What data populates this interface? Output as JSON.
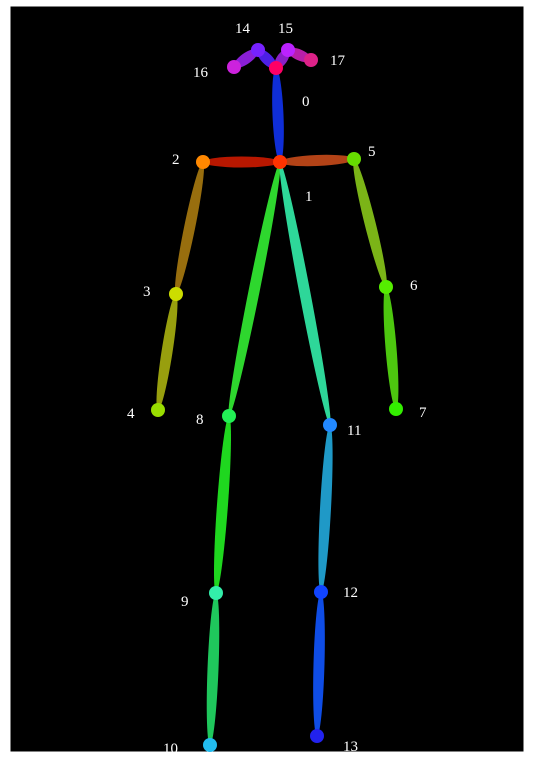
{
  "figure": {
    "type": "pose-skeleton",
    "background": "#000000",
    "frame_border": "#ffffff"
  },
  "keypoints": [
    {
      "id": "0",
      "color": "#ff0066"
    },
    {
      "id": "1",
      "color": "#ff3300"
    },
    {
      "id": "2",
      "color": "#ff8800"
    },
    {
      "id": "3",
      "color": "#ccdd00"
    },
    {
      "id": "4",
      "color": "#99dd00"
    },
    {
      "id": "5",
      "color": "#66dd00"
    },
    {
      "id": "6",
      "color": "#55ee00"
    },
    {
      "id": "7",
      "color": "#33ee00"
    },
    {
      "id": "8",
      "color": "#22ee55"
    },
    {
      "id": "9",
      "color": "#33eeaa"
    },
    {
      "id": "10",
      "color": "#22bbee"
    },
    {
      "id": "11",
      "color": "#2288ff"
    },
    {
      "id": "12",
      "color": "#1144ff"
    },
    {
      "id": "13",
      "color": "#2222ee"
    },
    {
      "id": "14",
      "color": "#7722ff"
    },
    {
      "id": "15",
      "color": "#bb22ff"
    },
    {
      "id": "16",
      "color": "#cc22dd"
    },
    {
      "id": "17",
      "color": "#dd2288"
    }
  ],
  "limbs": [
    {
      "from": "1",
      "to": "2",
      "color": "#cc1a00"
    },
    {
      "from": "1",
      "to": "5",
      "color": "#c64a1a"
    },
    {
      "from": "2",
      "to": "3",
      "color": "#a87a10"
    },
    {
      "from": "3",
      "to": "4",
      "color": "#a8b010"
    },
    {
      "from": "5",
      "to": "6",
      "color": "#88c81a"
    },
    {
      "from": "6",
      "to": "7",
      "color": "#55dd11"
    },
    {
      "from": "1",
      "to": "8",
      "color": "#33ee33"
    },
    {
      "from": "8",
      "to": "9",
      "color": "#22ee22"
    },
    {
      "from": "9",
      "to": "10",
      "color": "#22dd66"
    },
    {
      "from": "1",
      "to": "11",
      "color": "#33eeaa"
    },
    {
      "from": "11",
      "to": "12",
      "color": "#22aadd"
    },
    {
      "from": "12",
      "to": "13",
      "color": "#1155ff"
    },
    {
      "from": "1",
      "to": "0",
      "color": "#1133ee"
    },
    {
      "from": "0",
      "to": "14",
      "color": "#5522ff"
    },
    {
      "from": "14",
      "to": "16",
      "color": "#9922ee"
    },
    {
      "from": "0",
      "to": "15",
      "color": "#9922dd"
    },
    {
      "from": "15",
      "to": "17",
      "color": "#cc22bb"
    }
  ]
}
